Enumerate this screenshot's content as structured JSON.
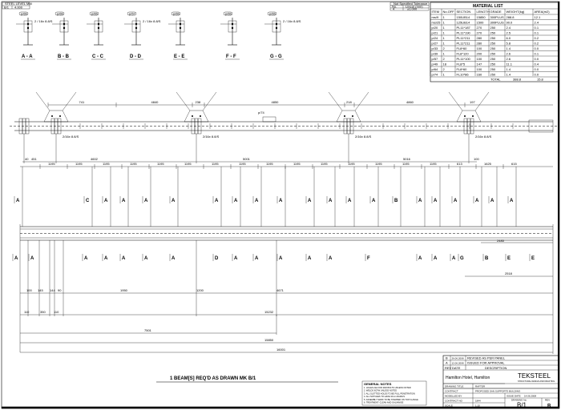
{
  "tolerance_table": {
    "title": "Not Specified Tolerance",
    "headers": [
      "No.",
      "Linear (mm)"
    ],
    "row": [
      "4",
      "±1.000"
    ]
  },
  "level_table": {
    "title": "STEEL LEVEL MM",
    "row": [
      "B/1",
      "4.000"
    ]
  },
  "sections": [
    "A - A",
    "B - B",
    "C - C",
    "D - D",
    "E - E",
    "F - F",
    "G - G"
  ],
  "section_tags": [
    "p/65",
    "p/65",
    "p/65",
    "p/57",
    "p/65",
    "p/65",
    "p/65"
  ],
  "bolt_note": "2 / 16x 8.8/S",
  "material_list": {
    "title": "MATERIAL LIST",
    "headers": [
      "ITEM",
      "No.OFF",
      "SECTION",
      "LENGTH",
      "GRADE",
      "WEIGHT(kg)",
      "AREA(m2)"
    ],
    "rows": [
      [
        "ms/9",
        "1",
        "150UB14",
        "15850",
        "300PLUS",
        "288.8",
        "12.1"
      ],
      [
        "ms/25",
        "1",
        "125UB14",
        "1500",
        "300PLUS",
        "90.0",
        "2.4"
      ],
      [
        "p/20",
        "1",
        "PL11*187",
        "270",
        "250",
        "2.4",
        "0.1"
      ],
      [
        "p/21",
        "1",
        "PL11*190",
        "270",
        "250",
        "2.5",
        "0.1"
      ],
      [
        "p/24",
        "1",
        "PL11*211",
        "280",
        "250",
        "6.0",
        "0.2"
      ],
      [
        "p/27",
        "1",
        "PL11*211",
        "280",
        "250",
        "5.8",
        "0.2"
      ],
      [
        "p/33",
        "2",
        "FL8*60",
        "100",
        "250",
        "1.4",
        "0.0"
      ],
      [
        "p/39",
        "1",
        "FL8*120",
        "200",
        "250",
        "2.6",
        "0.1"
      ],
      [
        "p/57",
        "2",
        "PL11*100",
        "100",
        "250",
        "2.6",
        "0.0"
      ],
      [
        "p/49",
        "18",
        "FL8*5",
        "147",
        "250",
        "11.1",
        "0.4"
      ],
      [
        "p/64",
        "2",
        "FL8*60",
        "100",
        "250",
        "1.4",
        "0.0"
      ],
      [
        "p/74",
        "1",
        "FL10*86",
        "160",
        "250",
        "1.4",
        "0.0"
      ]
    ],
    "total_label": "TOTAL",
    "total_weight": "388.8",
    "total_area": "15.8"
  },
  "top_elevation": {
    "upper_dims": [
      "741",
      "4840",
      "238",
      "4850",
      "218",
      "4860",
      "197"
    ],
    "lower_dims": [
      "40",
      "451",
      "4602",
      "5001",
      "5016",
      "100"
    ],
    "bolt_tag": "2/16x 8.8/S",
    "part_tag": "p/74"
  },
  "main_elevation": {
    "top_dims": [
      "1195",
      "1195",
      "1195",
      "1195",
      "1195",
      "1195",
      "1195",
      "1195",
      "1195",
      "1195",
      "1195",
      "1195",
      "1195",
      "1195",
      "1195",
      "613",
      "1625",
      "615"
    ],
    "letters_top": [
      "A",
      "C",
      "A",
      "A",
      "A",
      "A",
      "A",
      "A",
      "A",
      "A",
      "A",
      "A",
      "A",
      "A",
      "B",
      "A",
      "A",
      "A",
      "A",
      "A",
      "A"
    ],
    "letters_bottom": [
      "A",
      "A",
      "A",
      "A",
      "A",
      "A",
      "A",
      "D",
      "A",
      "A",
      "A",
      "A",
      "A",
      "F",
      "A",
      "A",
      "A",
      "G",
      "B",
      "E",
      "E"
    ],
    "dim_row1": [
      "100",
      "145",
      "144",
      "90",
      "1950",
      "1200",
      "4671"
    ],
    "dim_row2": [
      "110",
      "350",
      "110",
      "15232"
    ],
    "overall_1": "7501",
    "overall_2": "15850",
    "overall_3": "16001",
    "right_dims": [
      "2485",
      "2518"
    ]
  },
  "quantity_note": "1 BEAM[S] REQ'D AS DRAWN  MK B/1",
  "general_notes": {
    "title": "GENERAL NOTES",
    "lines": [
      "1. HOLES  22ø  FOR  M20 BOLTS UNLESS NOTED",
      "2. WELDS 6CFW UNLESS NOTED",
      "3. ALL SLOTTED HOLES TO BE FULL PENETRATION",
      "4. ALL NOTCHES TO HAVE 10mm RADIUS",
      "5. ASSEMBLY MARK TO BE STAMPED ON TOP FLANGE",
      "6. TREATMENT: CLEAN AND GALVANISE"
    ]
  },
  "title_block": {
    "revisions": [
      {
        "rev": "B",
        "date": "26.06.2008",
        "desc": "REVISED AS PER PANEL"
      },
      {
        "rev": "A",
        "date": "12.06.2008",
        "desc": "ISSUED FOR APPROVAL"
      }
    ],
    "rev_header": [
      "REV",
      "DATE",
      "DESCRIPTION"
    ],
    "client": "Hamilton Hotel, Hamilton",
    "company": "TEKSTEEL",
    "company_sub": "STRUCTURAL DESIGN AND DRAFTING",
    "fields": [
      {
        "label": "DRAWING TITLE",
        "value": "RAFTER"
      },
      {
        "label": "CONTRACT",
        "value": "PROPOSED SAN SUPPORTS BUILDING"
      },
      {
        "label": "MODELLED BY",
        "value": ""
      },
      {
        "label": "CONTRACT NO",
        "value": "1844"
      },
      {
        "label": "SCALE",
        "value": "1:10"
      }
    ],
    "issue_date_label": "ISSUE DATE",
    "issue_date": "14.06.2008",
    "drawing_no_label": "DRAWING No",
    "drawing_no": "B/1",
    "rev_label": "REV",
    "rev": "B"
  }
}
